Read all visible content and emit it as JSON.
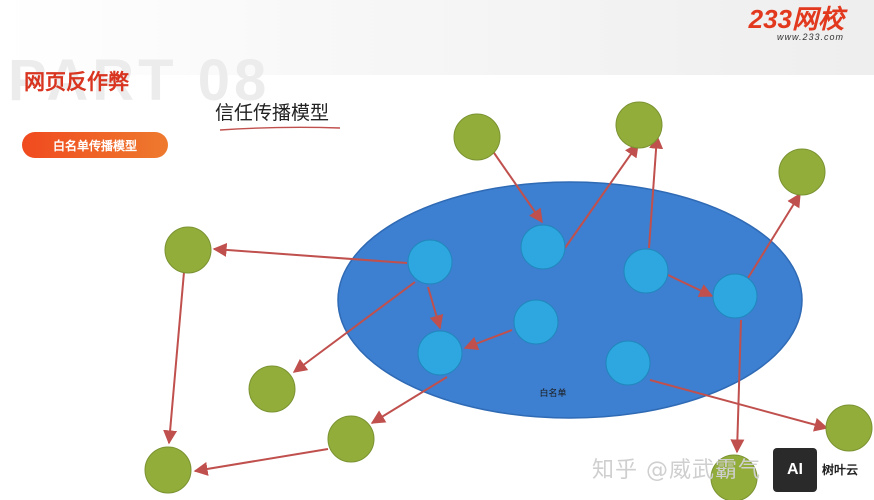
{
  "header": {
    "part_label": "PART 08",
    "section_title": "网页反作弊",
    "brand_logo": "233网校",
    "brand_url": "www.233.com"
  },
  "nav": {
    "pill_label": "白名单传播模型"
  },
  "slide": {
    "title": "信任传播模型"
  },
  "diagram": {
    "ellipse_label": "白名单",
    "colors": {
      "ellipse": "#3d7fd0",
      "inner_node": "#2ea6df",
      "outer_node": "#93ad3b",
      "edge": "#c0504d"
    }
  },
  "watermark": {
    "text": "知乎 @威武霸气",
    "badge": "AI",
    "badge_caption": "树叶云"
  }
}
